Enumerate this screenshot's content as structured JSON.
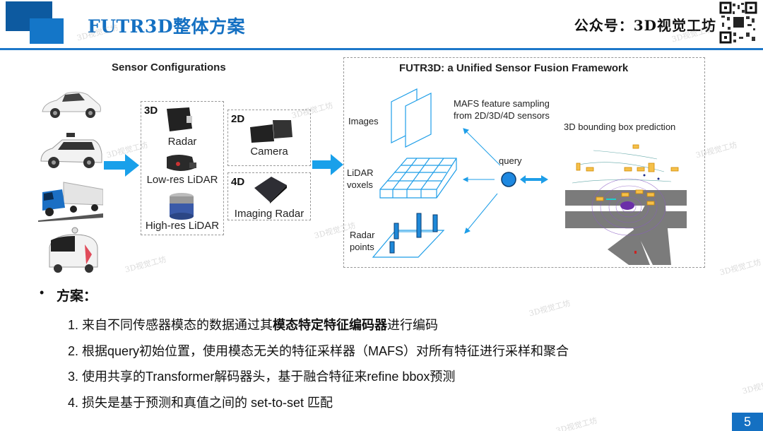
{
  "header": {
    "title": "FUTR3D整体方案",
    "account": "公众号：3D视觉工坊"
  },
  "figure": {
    "left": {
      "title": "Sensor Configurations",
      "vehicles": [
        "tesla-car",
        "waymo-minivan",
        "autonomous-truck",
        "nuro-delivery-robot"
      ],
      "group_3d": {
        "tag": "3D",
        "sensors": [
          "Radar",
          "Low-res LiDAR",
          "High-res LiDAR"
        ]
      },
      "group_2d": {
        "tag": "2D",
        "sensors": [
          "Camera"
        ]
      },
      "group_4d": {
        "tag": "4D",
        "sensors": [
          "Imaging Radar"
        ]
      }
    },
    "right": {
      "title": "FUTR3D: a Unified Sensor Fusion Framework",
      "images_label": "Images",
      "lidar_label_1": "LiDAR",
      "lidar_label_2": "voxels",
      "radar_label_1": "Radar",
      "radar_label_2": "points",
      "mafs_line_1": "MAFS feature sampling",
      "mafs_line_2": "from 2D/3D/4D sensors",
      "query_label": "query",
      "prediction_label": "3D bounding box prediction"
    }
  },
  "body": {
    "bullet_title": "方案：",
    "items": [
      {
        "num": "1.",
        "pre": "来自不同传感器模态的数据通过其",
        "bold": "模态特定特征编码器",
        "post": "进行编码"
      },
      {
        "num": "2.",
        "pre": "根据query初始位置，使用模态无关的特征采样器（MAFS）对所有特征进行采样和聚合",
        "bold": "",
        "post": ""
      },
      {
        "num": "3.",
        "pre": "使用共享的Transformer解码器头，基于融合特征来refine bbox预测",
        "bold": "",
        "post": ""
      },
      {
        "num": "4.",
        "pre": "损失是基于预测和真值之间的 set-to-set 匹配",
        "bold": "",
        "post": ""
      }
    ]
  },
  "footer": {
    "page": "5"
  },
  "watermark": "3D视觉工坊",
  "colors": {
    "brand_blue": "#1470c2",
    "diagram_blue": "#1e9ee8",
    "arrow_blue": "#19a0ea"
  }
}
